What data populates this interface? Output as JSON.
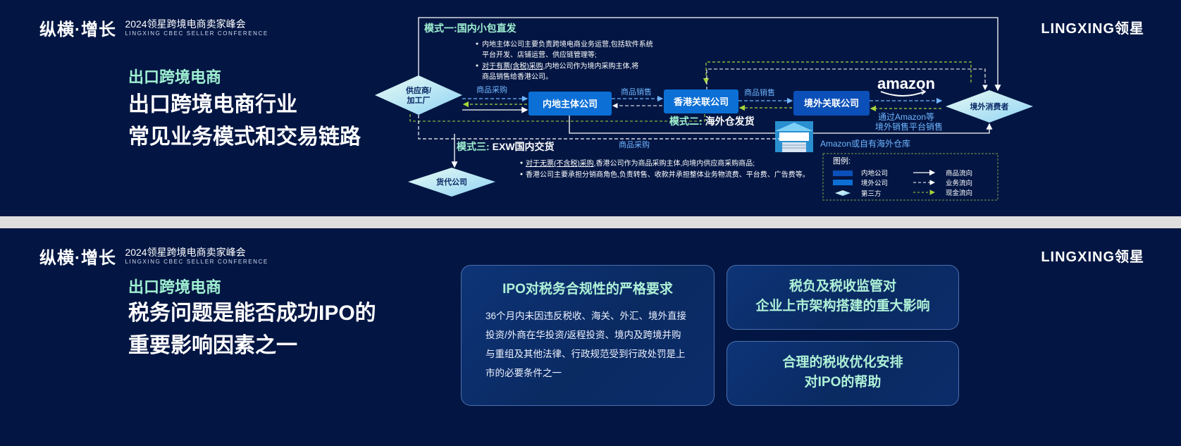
{
  "header": {
    "logo_main": "纵横·增长",
    "logo_line1": "2024领星跨境电商卖家峰会",
    "logo_line2": "LINGXING CBEC SELLER CONFERENCE",
    "brand": "LINGXING领星"
  },
  "slide1": {
    "category": "出口跨境电商",
    "title_line1": "出口跨境电商行业",
    "title_line2": "常见业务模式和交易链路",
    "diagram": {
      "mode1_label": "模式一:国内小包直发",
      "mode1_bullet1_a": "内地主体公司主要负责跨境电商业务运营,包括软件系统",
      "mode1_bullet1_b": "平台开发、店铺运营、供应链管理等;",
      "mode1_bullet2_link": "对于有票(含税)采购",
      "mode1_bullet2_rest": ",内地公司作为境内采购主体,将",
      "mode1_bullet2_b": "商品销售给香港公司。",
      "supplier_line1": "供应商/",
      "supplier_line2": "加工厂",
      "mainland": "内地主体公司",
      "hk": "香港关联公司",
      "overseas": "境外关联公司",
      "consumer": "境外消费者",
      "forwarder": "货代公司",
      "purchase1": "商品采购",
      "sale1": "商品销售",
      "sale2": "商品销售",
      "amazon": "amazon",
      "amazon_note1": "通过Amazon等",
      "amazon_note2": "境外销售平台销售",
      "mode2_label": "模式二:",
      "mode2_text": "海外仓发货",
      "warehouse_text": "Amazon或自有海外仓库",
      "mode3_label": "模式三:",
      "mode3_text": "EXW国内交货",
      "purchase2": "商品采购",
      "mode3_bullet1_link": "对于无票(不含税)采购",
      "mode3_bullet1_rest": ",香港公司作为商品采购主体,向境内供应商采购商品;",
      "mode3_bullet2": "香港公司主要承担分销商角色,负责转售、收款并承担整体业务物流费、平台费、广告费等。",
      "legend": {
        "title": "图例:",
        "mainland": "内地公司",
        "overseas": "境外公司",
        "third": "第三方",
        "goods": "商品流向",
        "business": "业务流向",
        "cash": "现金流向"
      }
    }
  },
  "slide2": {
    "category": "出口跨境电商",
    "title_line1": "税务问题是能否成功IPO的",
    "title_line2": "重要影响因素之一",
    "card1_title": "IPO对税务合规性的严格要求",
    "card1_body": "36个月内未因违反税收、海关、外汇、境外直接投资/外商在华投资/返程投资、境内及跨境并购与重组及其他法律、行政规范受到行政处罚是上市的必要条件之一",
    "card2_line1": "税负及税收监管对",
    "card2_line2": "企业上市架构搭建的重大影响",
    "card3_line1": "合理的税收优化安排",
    "card3_line2": "对IPO的帮助"
  },
  "colors": {
    "background": "#031643",
    "accent_mint": "#9ff0d2",
    "box_blue": "#0b6fd6",
    "arrow_blue": "#6fb5ff",
    "cash_green": "#a8d43a"
  }
}
